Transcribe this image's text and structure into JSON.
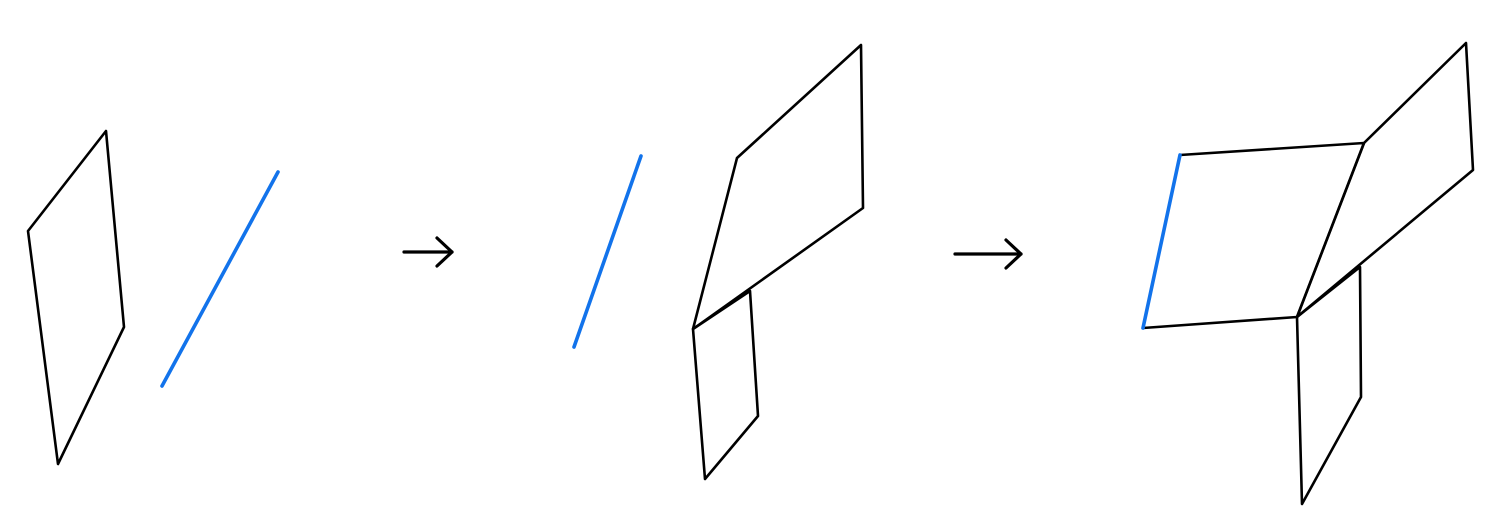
{
  "colors": {
    "outline": "#000000",
    "highlight": "#1273EB",
    "background": "#FFFFFF"
  },
  "steps": [
    {
      "name": "step-1",
      "panels": 1
    },
    {
      "name": "step-2",
      "panels": 3
    },
    {
      "name": "step-3",
      "panels": 4
    }
  ],
  "arrows": [
    {
      "name": "step-arrow-1",
      "icon": "right-arrow-icon"
    },
    {
      "name": "step-arrow-2",
      "icon": "right-arrow-icon"
    }
  ]
}
